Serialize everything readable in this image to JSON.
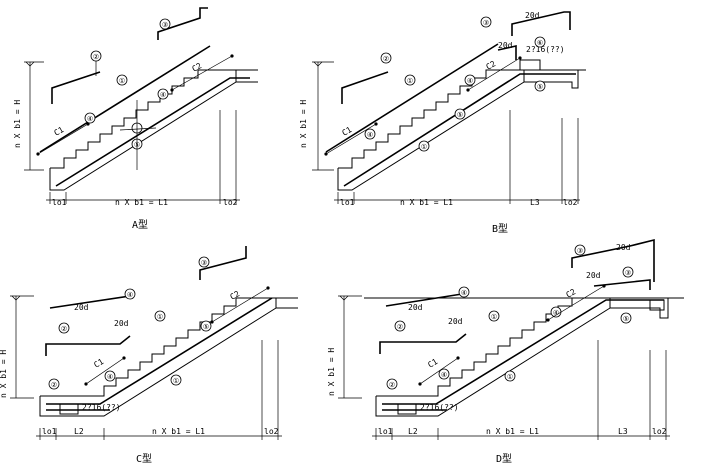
{
  "panels": [
    {
      "id": "A",
      "title": "A型",
      "height_label": "n X b1 = H",
      "span_labels": [
        "lo1",
        "n X b1 = L1",
        "lo2"
      ],
      "bar_labels": [
        "C1",
        "C2"
      ],
      "callouts": [
        "①",
        "②",
        "③",
        "④",
        "⑤"
      ],
      "notes": []
    },
    {
      "id": "B",
      "title": "B型",
      "height_label": "n X b1 = H",
      "span_labels": [
        "lo1",
        "n X b1 = L1",
        "L3",
        "lo2"
      ],
      "bar_labels": [
        "C1",
        "C2"
      ],
      "callouts": [
        "①",
        "②",
        "③",
        "④",
        "⑤",
        "⑥"
      ],
      "notes": [
        "20d",
        "20d",
        "2?16(??)"
      ]
    },
    {
      "id": "C",
      "title": "C型",
      "height_label": "n X b1 = H",
      "span_labels": [
        "lo1",
        "L2",
        "n X b1 = L1",
        "lo2"
      ],
      "bar_labels": [
        "C1",
        "C2"
      ],
      "callouts": [
        "①",
        "②",
        "③",
        "④",
        "⑤",
        "⑥"
      ],
      "notes": [
        "20d",
        "20d",
        "2?16(??)"
      ]
    },
    {
      "id": "D",
      "title": "D型",
      "height_label": "n X b1 = H",
      "span_labels": [
        "lo1",
        "L2",
        "n X b1 = L1",
        "L3",
        "lo2"
      ],
      "bar_labels": [
        "C1",
        "C2"
      ],
      "callouts": [
        "①",
        "②",
        "③",
        "④",
        "⑤",
        "⑥"
      ],
      "notes": [
        "20d",
        "20d",
        "20d",
        "20d",
        "2?16(??)"
      ]
    }
  ]
}
